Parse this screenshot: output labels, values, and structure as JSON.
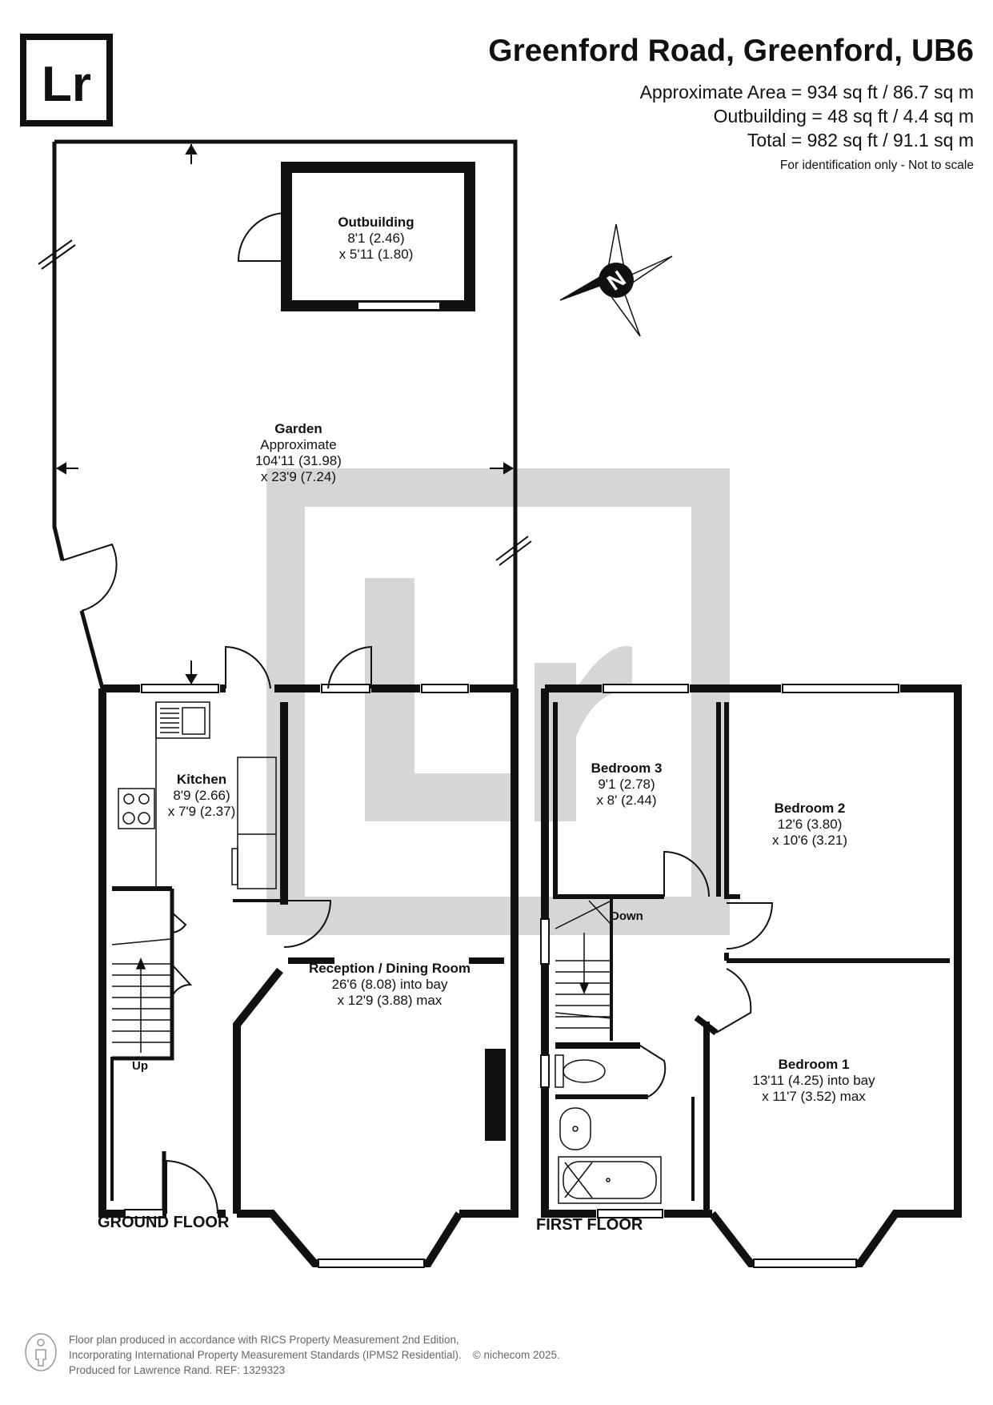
{
  "header": {
    "logo_text": "Lr",
    "title": "Greenford Road, Greenford, UB6",
    "areas": [
      "Approximate Area = 934 sq ft / 86.7 sq m",
      "Outbuilding = 48 sq ft / 4.4 sq m",
      "Total = 982 sq ft / 91.1 sq m"
    ],
    "note": "For identification only - Not to scale"
  },
  "compass": {
    "label": "N",
    "icon": "compass-icon"
  },
  "rooms": {
    "outbuilding": {
      "name": "Outbuilding",
      "dim1": "8'1 (2.46)",
      "dim2": "x 5'11 (1.80)"
    },
    "garden": {
      "name": "Garden",
      "dim0": "Approximate",
      "dim1": "104'11 (31.98)",
      "dim2": "x 23'9 (7.24)"
    },
    "kitchen": {
      "name": "Kitchen",
      "dim1": "8'9 (2.66)",
      "dim2": "x 7'9 (2.37)"
    },
    "reception": {
      "name": "Reception / Dining Room",
      "dim1": "26'6 (8.08) into bay",
      "dim2": "x 12'9 (3.88) max"
    },
    "bedroom3": {
      "name": "Bedroom 3",
      "dim1": "9'1 (2.78)",
      "dim2": "x 8' (2.44)"
    },
    "bedroom2": {
      "name": "Bedroom 2",
      "dim1": "12'6 (3.80)",
      "dim2": "x 10'6 (3.21)"
    },
    "bedroom1": {
      "name": "Bedroom 1",
      "dim1": "13'11 (4.25) into bay",
      "dim2": "x 11'7 (3.52) max"
    }
  },
  "stairs": {
    "up": "Up",
    "down": "Down"
  },
  "floors": {
    "ground": "GROUND FLOOR",
    "first": "FIRST FLOOR"
  },
  "footer": {
    "line1": "Floor plan produced in accordance with RICS Property Measurement 2nd Edition,",
    "line2": "Incorporating International Property Measurement Standards (IPMS2 Residential).",
    "copyright": "© nichecom 2025.",
    "line3": "Produced for Lawrence Rand.   REF: 1329323"
  },
  "colors": {
    "wall": "#111111",
    "watermark": "#cfcfcf",
    "footer": "#666666"
  }
}
